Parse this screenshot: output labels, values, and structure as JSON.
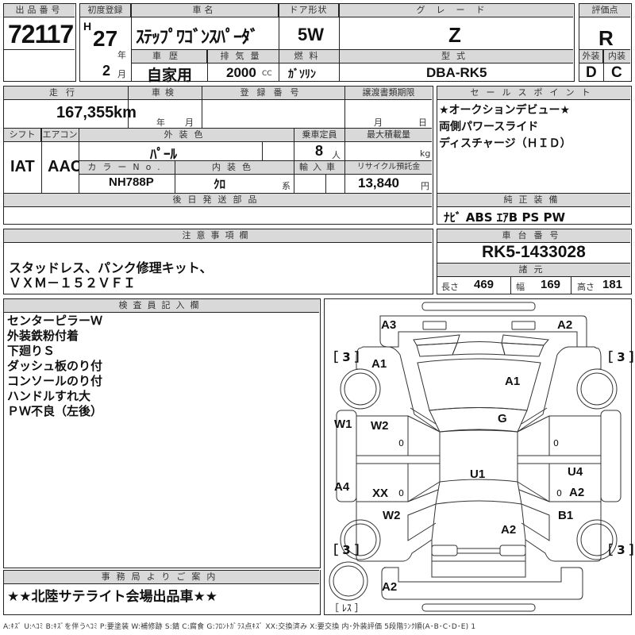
{
  "header": {
    "lot_no_label": "出品番号",
    "lot_no": "72117",
    "first_reg_label": "初度登録",
    "era": "H",
    "year": "27",
    "year_unit": "年",
    "month": "2",
    "month_unit": "月",
    "car_name_label": "車名",
    "car_name": "ｽﾃｯﾌﾟﾜｺﾞﾝｽﾊﾟｰﾀﾞ",
    "door_label": "ドア形状",
    "door": "5W",
    "grade_label": "グレード",
    "grade": "Z",
    "score_label": "評価点",
    "score": "R",
    "history_label": "車歴",
    "history": "自家用",
    "displacement_label": "排気量",
    "displacement": "2000",
    "displacement_unit": "CC",
    "fuel_label": "燃料",
    "fuel": "ｶﾞｿﾘﾝ",
    "model_label": "型式",
    "model": "DBA-RK5",
    "exterior_label": "外装",
    "exterior_grade": "D",
    "interior_label": "内装",
    "interior_grade": "C"
  },
  "details": {
    "mileage_label": "走行",
    "mileage": "167,355",
    "mileage_unit": "km",
    "inspection_label": "車検",
    "inspection_year_unit": "年",
    "inspection_month_unit": "月",
    "reg_no_label": "登録番号",
    "transfer_label": "譲渡書類期限",
    "transfer_month_unit": "月",
    "transfer_day_unit": "日",
    "shift_label": "シフト",
    "shift": "IAT",
    "ac_label": "エアコン",
    "ac": "AAC",
    "ext_color_label": "外装色",
    "ext_color": "ﾊﾟｰﾙ",
    "capacity_label": "乗車定員",
    "capacity": "8",
    "capacity_unit": "人",
    "max_load_label": "最大積載量",
    "max_load_unit": "kg",
    "color_no_label": "カラーNo.",
    "color_no": "NH788P",
    "int_color_label": "内装色",
    "int_color": "ｸﾛ",
    "int_color_unit": "系",
    "import_label": "輸入車",
    "recycle_label": "リサイクル預託金",
    "recycle": "13,840",
    "recycle_unit": "円",
    "later_parts_label": "後日発送部品"
  },
  "sales_points": {
    "label": "セールスポイント",
    "lines": [
      "★オークションデビュー★",
      "両側パワースライド",
      "ディスチャージ（ＨＩＤ）"
    ]
  },
  "equipment": {
    "label": "純正装備",
    "items": "ﾅﾋﾞ ABS ｴｱB PS PW"
  },
  "notes": {
    "label": "注意事項欄",
    "lines": [
      "スタッドレス、パンク修理キット、",
      "ＶＸＭ－１５２ＶＦＩ"
    ]
  },
  "chassis": {
    "label": "車台番号",
    "number": "RK5-1433028",
    "spec_label": "諸元",
    "length_label": "長さ",
    "length": "469",
    "width_label": "幅",
    "width": "169",
    "height_label": "高さ",
    "height": "181"
  },
  "inspector": {
    "label": "検査員記入欄",
    "lines": [
      "センターピラーＷ",
      "外装鉄粉付着",
      "下廻りＳ",
      "ダッシュ板のり付",
      "コンソールのり付",
      "ハンドルすれ大",
      "ＰＷ不良（左後）"
    ]
  },
  "office": {
    "label": "事務局よりご案内",
    "message": "★★北陸サテライト会場出品車★★"
  },
  "diagram": {
    "marks": {
      "front_left_corner": "A3",
      "front_right_corner": "A2",
      "left_front_fender": "A1",
      "hood": "A1",
      "windshield": "G",
      "left_front_pillar": "W1",
      "left_front_door": "W2",
      "left_front_door_zero": "0",
      "right_front_door_zero": "0",
      "roof": "U1",
      "right_rear_door": "U4",
      "right_rear_door2": "A2",
      "right_rear_door_zero": "0",
      "left_rear_pillar": "A4",
      "left_rear_door": "XX",
      "left_rear_door_zero": "0",
      "left_rear_fender": "W2",
      "right_rear_fender": "B1",
      "rear_gate": "A2",
      "rear_bumper": "A2"
    },
    "tire_fl": "［ 3 ］",
    "tire_fr": "［ 3 ］",
    "tire_rl": "［ 3 ］",
    "tire_rr": "［ 3 ］",
    "spare": "［ ﾚｽ ］"
  },
  "legend": "A:ｷｽﾞ  U:ﾍｺﾐ  B:ｷｽﾞを伴うﾍｺﾐ  P:要塗装  W:補修跡  S:錆  C:腐食  G:ﾌﾛﾝﾄｶﾞﾗｽ点ｷｽﾞ  XX:交換済み  X:要交換   内･外装評価  5段階ﾗﾝｸ順(A･B･C･D･E) 1"
}
